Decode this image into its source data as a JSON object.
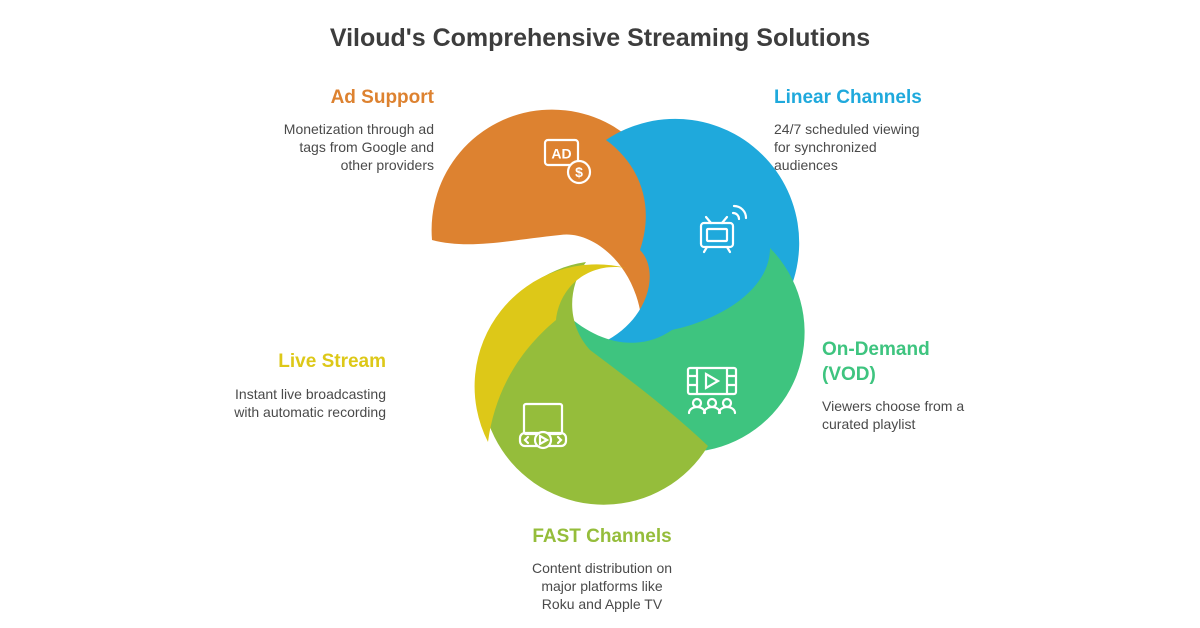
{
  "title": "Viloud's Comprehensive Streaming Solutions",
  "colors": {
    "ad_support": "#dd8230",
    "linear_channels": "#1fa9dc",
    "on_demand": "#3ec47f",
    "fast_channels": "#95bd3b",
    "live_stream": "#ddc818"
  },
  "segments": {
    "ad_support": {
      "label": "Ad Support",
      "description_lines": [
        "Monetization through ad",
        "tags from Google and",
        "other providers"
      ],
      "icon": "ad-dollar-icon",
      "icon_text": "AD"
    },
    "linear_channels": {
      "label": "Linear Channels",
      "description_lines": [
        "24/7 scheduled viewing",
        "for synchronized",
        "audiences"
      ],
      "icon": "tv-broadcast-icon"
    },
    "on_demand": {
      "label_lines": [
        "On-Demand",
        "(VOD)"
      ],
      "description_lines": [
        "Viewers choose from a",
        "curated playlist"
      ],
      "icon": "film-audience-icon"
    },
    "fast_channels": {
      "label": "FAST Channels",
      "description_lines": [
        "Content distribution on",
        "major platforms like",
        "Roku and Apple TV"
      ],
      "icon": "media-player-icon"
    },
    "live_stream": {
      "label": "Live Stream",
      "description_lines": [
        "Instant live broadcasting",
        "with automatic recording"
      ],
      "icon": "live-broadcast-icon"
    }
  }
}
